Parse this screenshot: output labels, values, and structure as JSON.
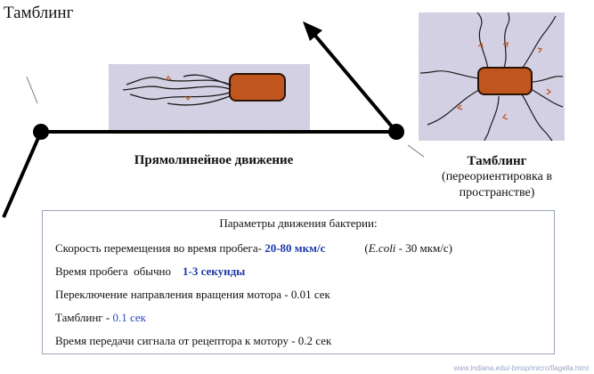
{
  "title": "Тамблинг",
  "run_label": "Прямолинейное движение",
  "tumble_label": {
    "heading": "Тамблинг",
    "line1": "(переориентировка в",
    "line2": "пространстве)"
  },
  "params": {
    "title": "Параметры движения бактерии:",
    "speed_prefix": "Скорость перемещения во время пробега- ",
    "speed_value": "20-80 мкм/с",
    "ecoli_italic": "E.coli",
    "ecoli_rest": " - 30 мкм/с)",
    "run_prefix": "Время пробега  обычно    ",
    "run_value": "1-3 секунды",
    "switch_text": "Переключение направления вращения мотора - 0.01 сек",
    "tumble_prefix": "Тамблинг - ",
    "tumble_value": "0.1 сек",
    "signal_text": "Время передачи сигнала от рецептора к мотору - 0.2 сек"
  },
  "credit": "www.lndiana.edu/-bmsp/micro/flagella.html",
  "colors": {
    "cell_body": "#c0561e",
    "highlight": "#1d3aa8",
    "panel_border": "#9aa3b8",
    "noise_bg": "#b9b6cf"
  }
}
